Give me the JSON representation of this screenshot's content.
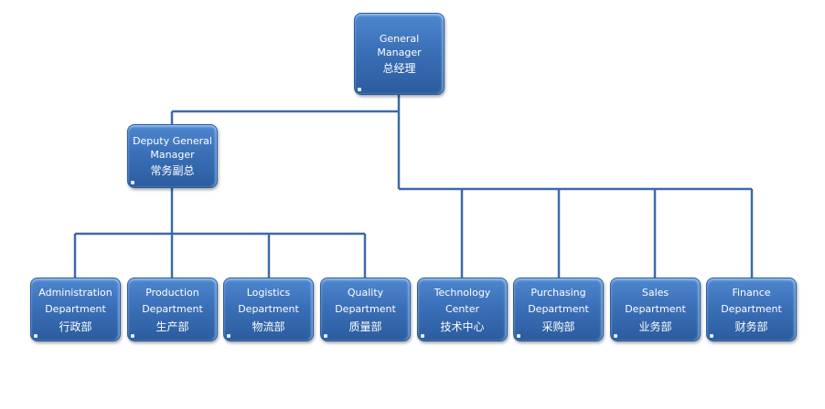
{
  "colors": {
    "node_fill": "#3a70b8",
    "connector": "#3d6aa8",
    "text": "#ffffff"
  },
  "root": {
    "en": [
      "General",
      "Manager"
    ],
    "cn": "总经理"
  },
  "deputy": {
    "en": [
      "Deputy General",
      "Manager"
    ],
    "cn": "常务副总"
  },
  "departments": [
    {
      "en": [
        "Administration",
        "Department"
      ],
      "cn": "行政部"
    },
    {
      "en": [
        "Production",
        "Department"
      ],
      "cn": "生产部"
    },
    {
      "en": [
        "Logistics",
        "Department"
      ],
      "cn": "物流部"
    },
    {
      "en": [
        "Quality",
        "Department"
      ],
      "cn": "质量部"
    },
    {
      "en": [
        "Technology",
        "Center"
      ],
      "cn": "技术中心"
    },
    {
      "en": [
        "Purchasing",
        "Department"
      ],
      "cn": "采购部"
    },
    {
      "en": [
        "Sales",
        "Department"
      ],
      "cn": "业务部"
    },
    {
      "en": [
        "Finance",
        "Department"
      ],
      "cn": "财务部"
    }
  ]
}
